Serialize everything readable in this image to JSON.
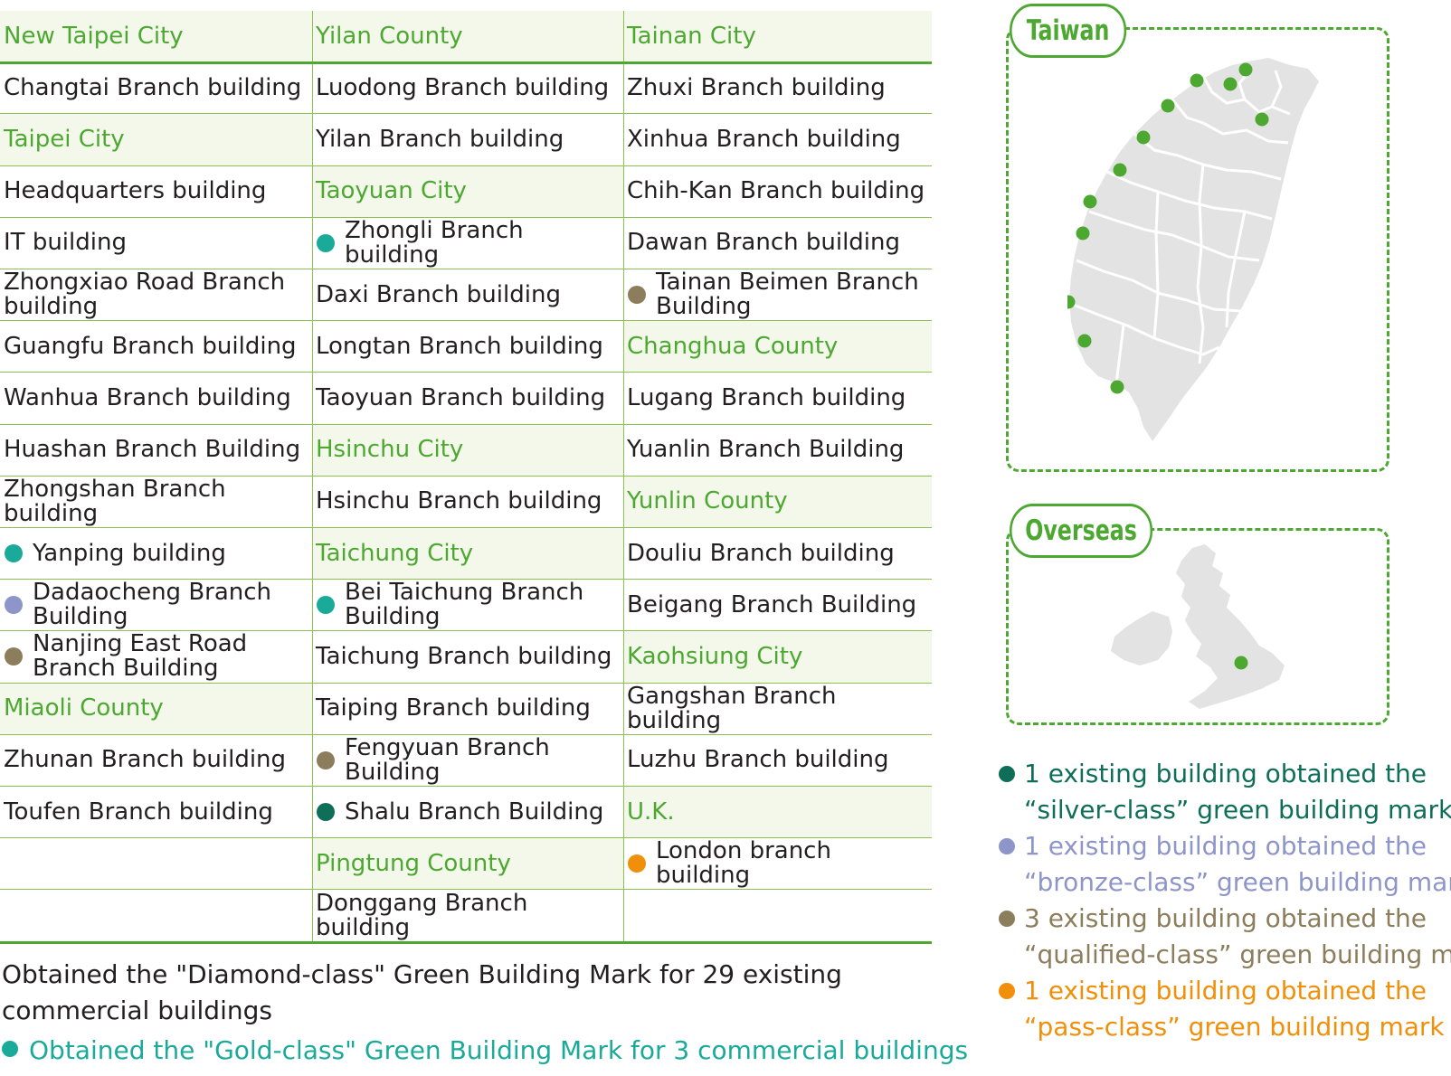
{
  "table": {
    "columns": [
      [
        {
          "text": "New Taipei City",
          "type": "region"
        },
        {
          "text": "Changtai Branch building"
        },
        {
          "text": "Taipei City",
          "type": "region"
        },
        {
          "text": "Headquarters building"
        },
        {
          "text": "IT building"
        },
        {
          "text": "Zhongxiao Road Branch building"
        },
        {
          "text": "Guangfu Branch building"
        },
        {
          "text": "Wanhua Branch building"
        },
        {
          "text": "Huashan Branch Building"
        },
        {
          "text": "Zhongshan Branch building"
        },
        {
          "text": "Yanping building",
          "dot": "gold"
        },
        {
          "text": "Dadaocheng Branch Building",
          "dot": "bronze"
        },
        {
          "text": "Nanjing East Road Branch Building",
          "dot": "qualified"
        },
        {
          "text": "Miaoli County",
          "type": "region"
        },
        {
          "text": "Zhunan Branch building"
        },
        {
          "text": "Toufen Branch building"
        },
        {
          "text": ""
        },
        {
          "text": ""
        }
      ],
      [
        {
          "text": "Yilan County",
          "type": "region"
        },
        {
          "text": "Luodong Branch building"
        },
        {
          "text": "Yilan Branch building"
        },
        {
          "text": "Taoyuan City",
          "type": "region"
        },
        {
          "text": "Zhongli Branch building",
          "dot": "gold"
        },
        {
          "text": "Daxi Branch building"
        },
        {
          "text": "Longtan Branch building"
        },
        {
          "text": "Taoyuan Branch building"
        },
        {
          "text": "Hsinchu City",
          "type": "region"
        },
        {
          "text": "Hsinchu Branch building"
        },
        {
          "text": "Taichung City",
          "type": "region"
        },
        {
          "text": "Bei Taichung Branch Building",
          "dot": "gold"
        },
        {
          "text": "Taichung Branch building"
        },
        {
          "text": "Taiping Branch building"
        },
        {
          "text": "Fengyuan Branch Building",
          "dot": "qualified"
        },
        {
          "text": "Shalu Branch Building",
          "dot": "silver"
        },
        {
          "text": "Pingtung County",
          "type": "region"
        },
        {
          "text": "Donggang Branch building"
        }
      ],
      [
        {
          "text": "Tainan City",
          "type": "region"
        },
        {
          "text": "Zhuxi Branch building"
        },
        {
          "text": "Xinhua Branch building"
        },
        {
          "text": "Chih-Kan Branch building"
        },
        {
          "text": "Dawan Branch building"
        },
        {
          "text": "Tainan Beimen Branch Building",
          "dot": "qualified"
        },
        {
          "text": "Changhua County",
          "type": "region"
        },
        {
          "text": "Lugang Branch building"
        },
        {
          "text": "Yuanlin Branch Building"
        },
        {
          "text": "Yunlin County",
          "type": "region"
        },
        {
          "text": "Douliu Branch building"
        },
        {
          "text": "Beigang Branch Building"
        },
        {
          "text": "Kaohsiung City",
          "type": "region"
        },
        {
          "text": "Gangshan Branch building"
        },
        {
          "text": "Luzhu Branch building"
        },
        {
          "text": "U.K.",
          "type": "region"
        },
        {
          "text": "London branch building",
          "dot": "pass"
        },
        {
          "text": ""
        }
      ]
    ]
  },
  "notes": {
    "diamond": "Obtained the \"Diamond-class\" Green Building Mark for 29 existing commercial buildings",
    "gold": "Obtained the \"Gold-class\" Green Building Mark for 3 commercial buildings"
  },
  "maps": {
    "taiwan_label": "Taiwan",
    "overseas_label": "Overseas"
  },
  "legend": [
    {
      "key": "silver",
      "lines": [
        "1 existing building obtained the",
        "“silver-class” green building mark"
      ]
    },
    {
      "key": "bronze",
      "lines": [
        "1 existing building obtained the",
        "“bronze-class” green building mark"
      ]
    },
    {
      "key": "qualified",
      "lines": [
        "3 existing building obtained the",
        "“qualified-class” green building mark"
      ]
    },
    {
      "key": "pass",
      "lines": [
        "1 existing building obtained the",
        "“pass-class” green building mark"
      ]
    }
  ],
  "colors": {
    "accent_green": "#4da832",
    "region_bg": "#f3f8ea",
    "gold": "#1aaa99",
    "silver": "#0e6e57",
    "bronze": "#8e95c9",
    "qualified": "#8c7d5c",
    "pass": "#f0900a",
    "map_fill": "#e3e3e3"
  }
}
